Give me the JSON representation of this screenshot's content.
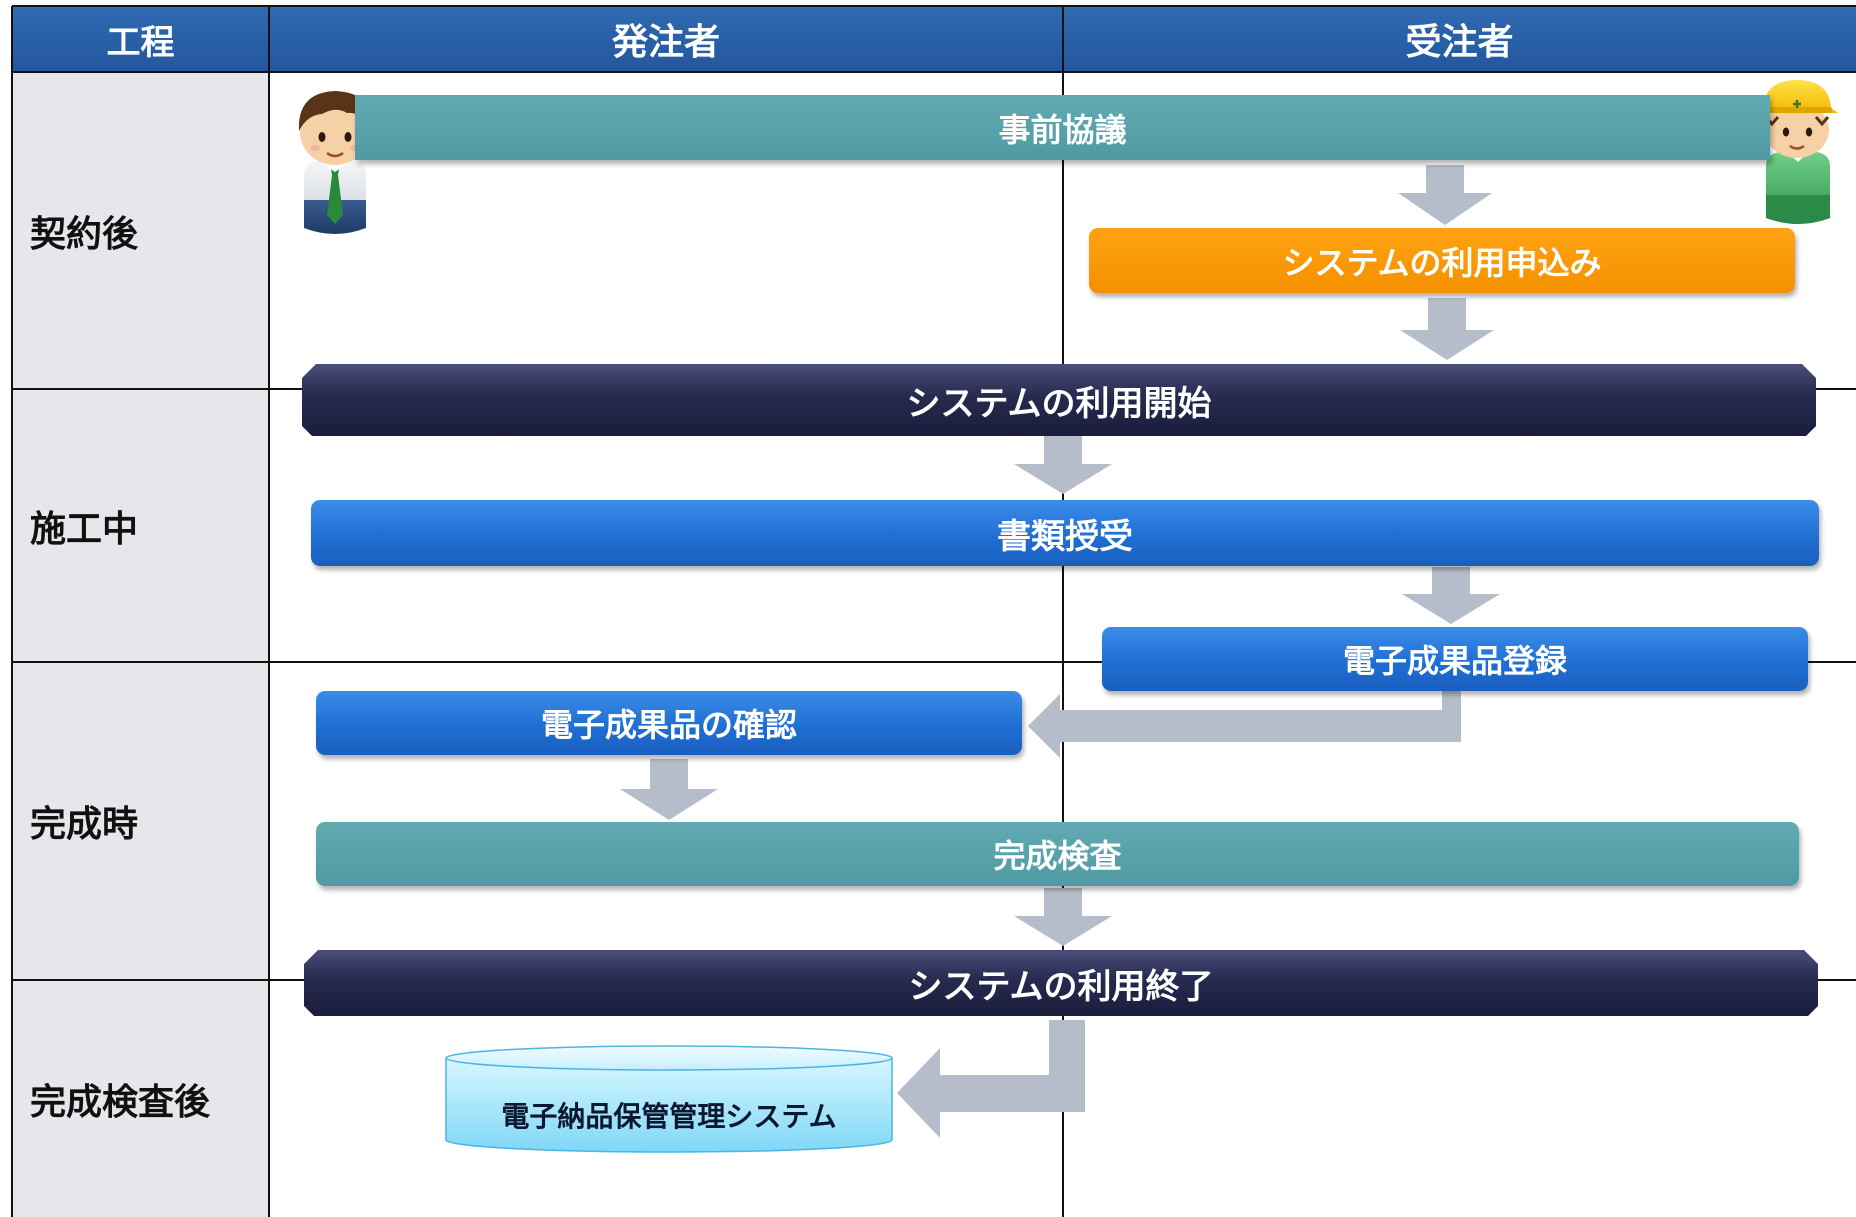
{
  "header": {
    "process": "工程",
    "orderer": "発注者",
    "contractor": "受注者"
  },
  "stages": [
    "契約後",
    "施工中",
    "完成時",
    "完成検査後"
  ],
  "steps": {
    "prior_consultation": "事前協議",
    "system_application": "システムの利用申込み",
    "system_start": "システムの利用開始",
    "document_exchange": "書類授受",
    "deliverable_registration": "電子成果品登録",
    "deliverable_confirmation": "電子成果品の確認",
    "completion_inspection": "完成検査",
    "system_end": "システムの利用終了"
  },
  "database": "電子納品保管管理システム",
  "colors": {
    "header_blue": "#2a62a8",
    "stage_gray": "#e8e6ea",
    "teal": "#5ba2ab",
    "orange": "#fa9800",
    "navy": "#23274a",
    "blue": "#2475da",
    "arrow_gray": "#b5bdca",
    "db_cyan": "#a3e6fb"
  },
  "icons": {
    "orderer": "businessman-avatar-icon",
    "contractor": "construction-worker-avatar-icon"
  }
}
